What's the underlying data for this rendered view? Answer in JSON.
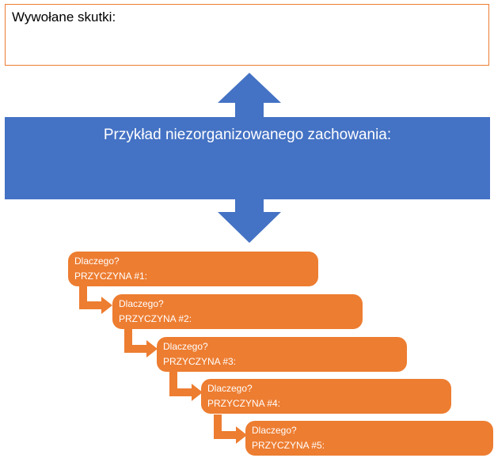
{
  "effects": {
    "label": "Wywołane skutki:"
  },
  "banner": {
    "title": "Przykład niezorganizowanego zachowania:"
  },
  "causes": [
    {
      "question": "Dlaczego?",
      "reason": "PRZYCZYNA #1:"
    },
    {
      "question": "Dlaczego?",
      "reason": "PRZYCZYNA #2:"
    },
    {
      "question": "Dlaczego?",
      "reason": "PRZYCZYNA #3:"
    },
    {
      "question": "Dlaczego?",
      "reason": "PRZYCZYNA #4:"
    },
    {
      "question": "Dlaczego?",
      "reason": "PRZYCZYNA #5:"
    }
  ],
  "colors": {
    "blue": "#4472C4",
    "orange": "#ED7D31"
  }
}
